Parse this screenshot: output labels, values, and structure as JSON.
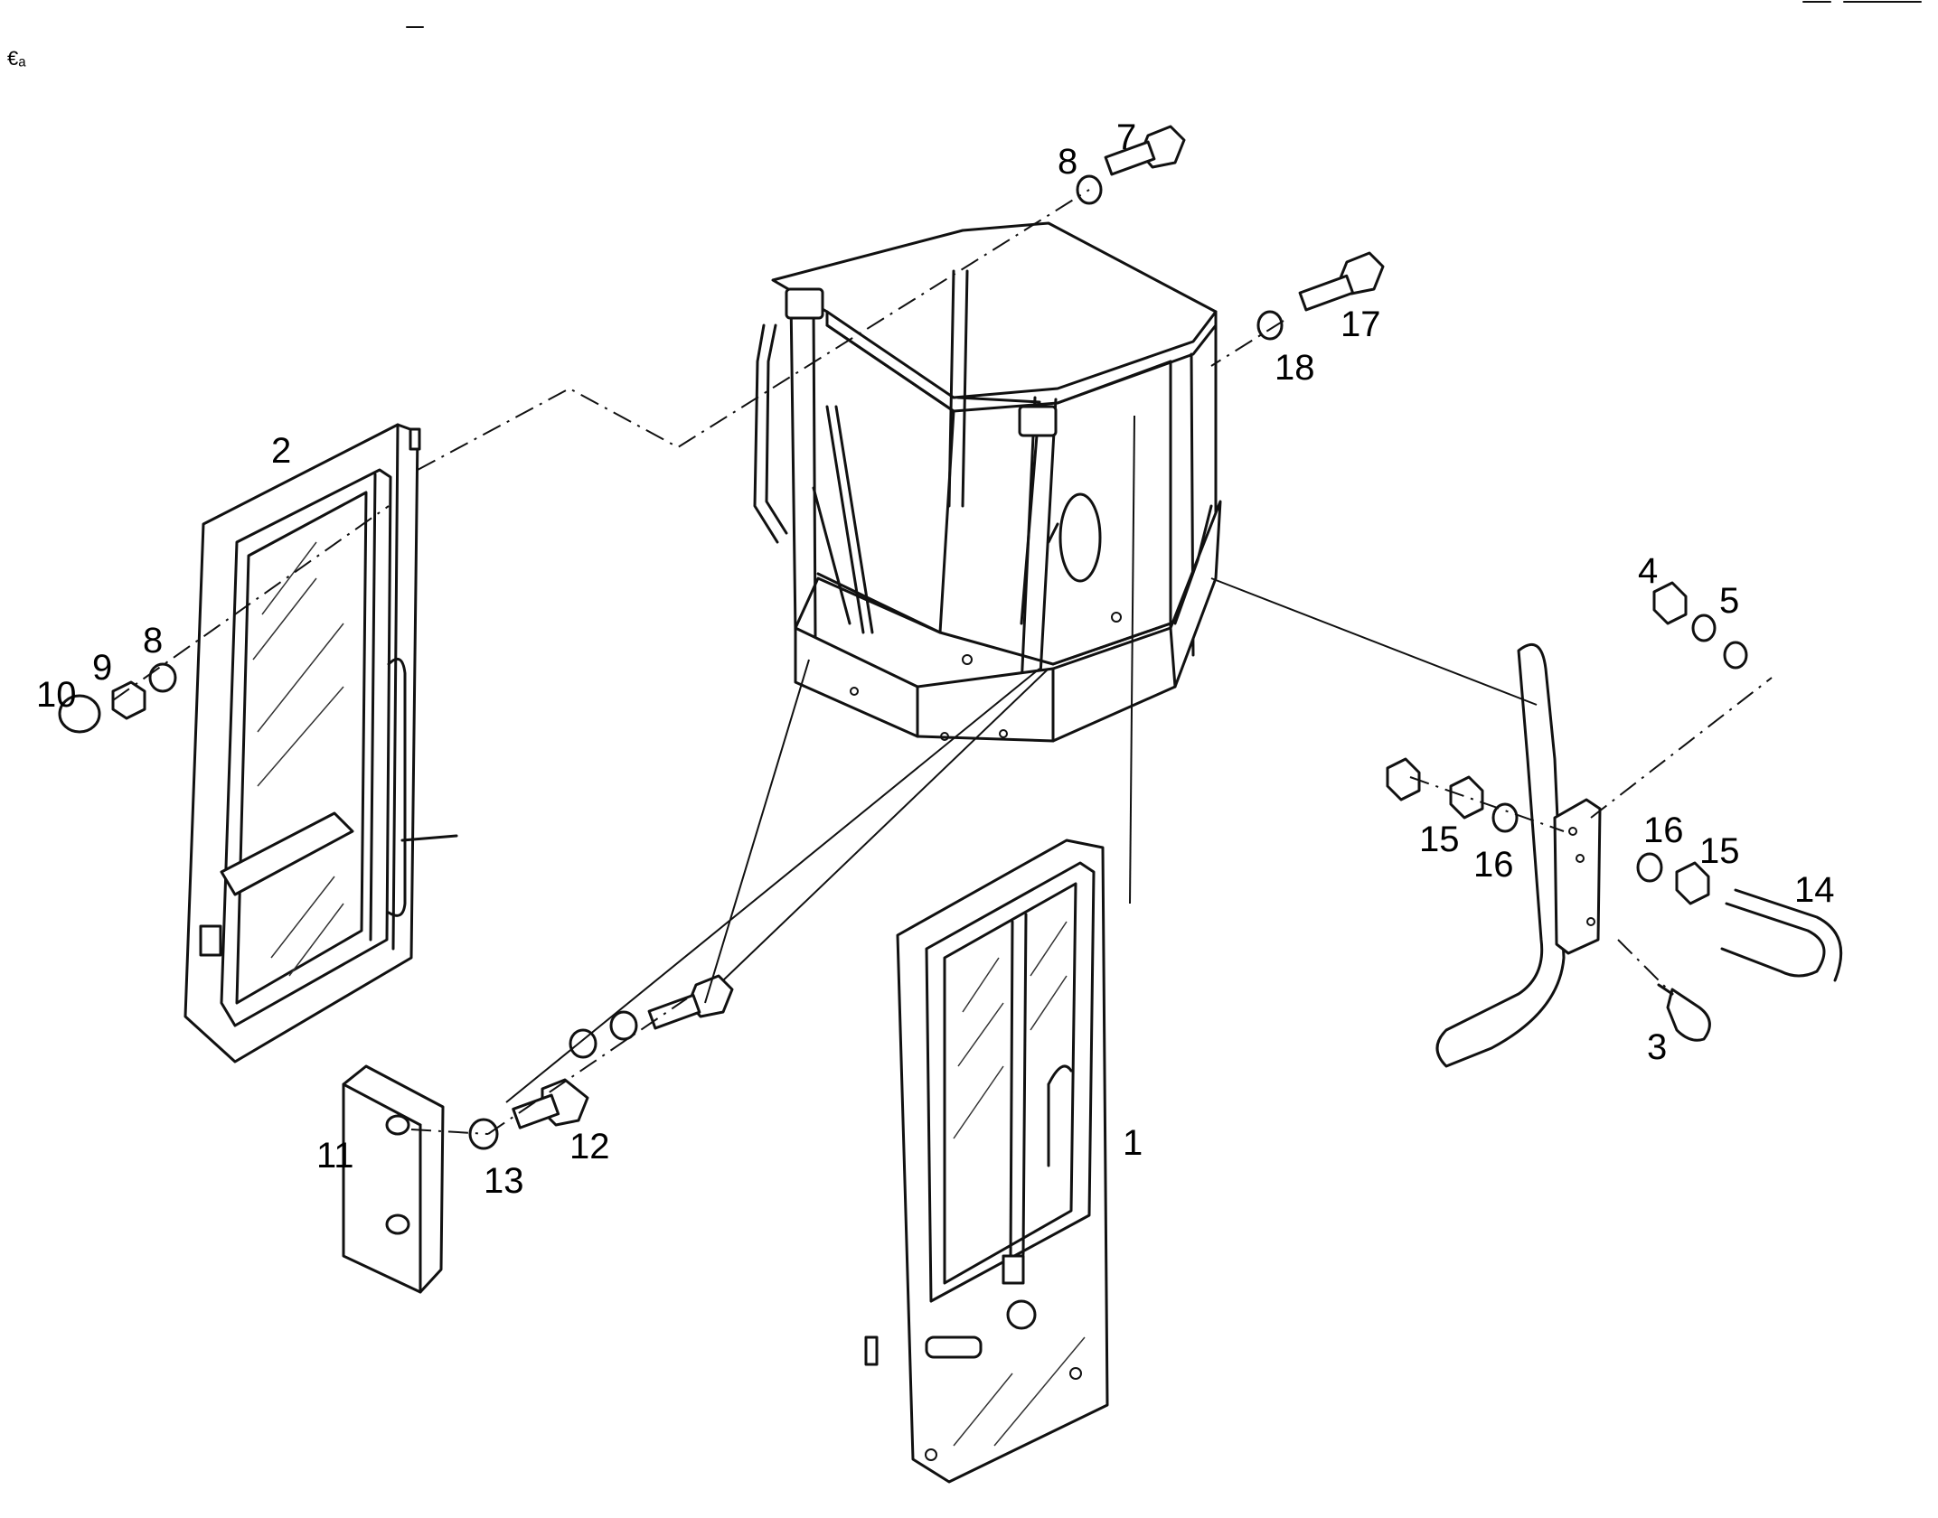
{
  "corner_mark": "€ₐ",
  "callouts": [
    {
      "id": "1",
      "text": "1"
    },
    {
      "id": "2",
      "text": "2"
    },
    {
      "id": "3",
      "text": "3"
    },
    {
      "id": "4",
      "text": "4"
    },
    {
      "id": "5",
      "text": "5"
    },
    {
      "id": "7",
      "text": "7"
    },
    {
      "id": "8a",
      "text": "8"
    },
    {
      "id": "8b",
      "text": "8"
    },
    {
      "id": "9",
      "text": "9"
    },
    {
      "id": "10",
      "text": "10"
    },
    {
      "id": "11",
      "text": "11"
    },
    {
      "id": "12",
      "text": "12"
    },
    {
      "id": "13",
      "text": "13"
    },
    {
      "id": "14",
      "text": "14"
    },
    {
      "id": "15a",
      "text": "15"
    },
    {
      "id": "15b",
      "text": "15"
    },
    {
      "id": "16a",
      "text": "16"
    },
    {
      "id": "16b",
      "text": "16"
    },
    {
      "id": "17",
      "text": "17"
    },
    {
      "id": "18",
      "text": "18"
    }
  ]
}
